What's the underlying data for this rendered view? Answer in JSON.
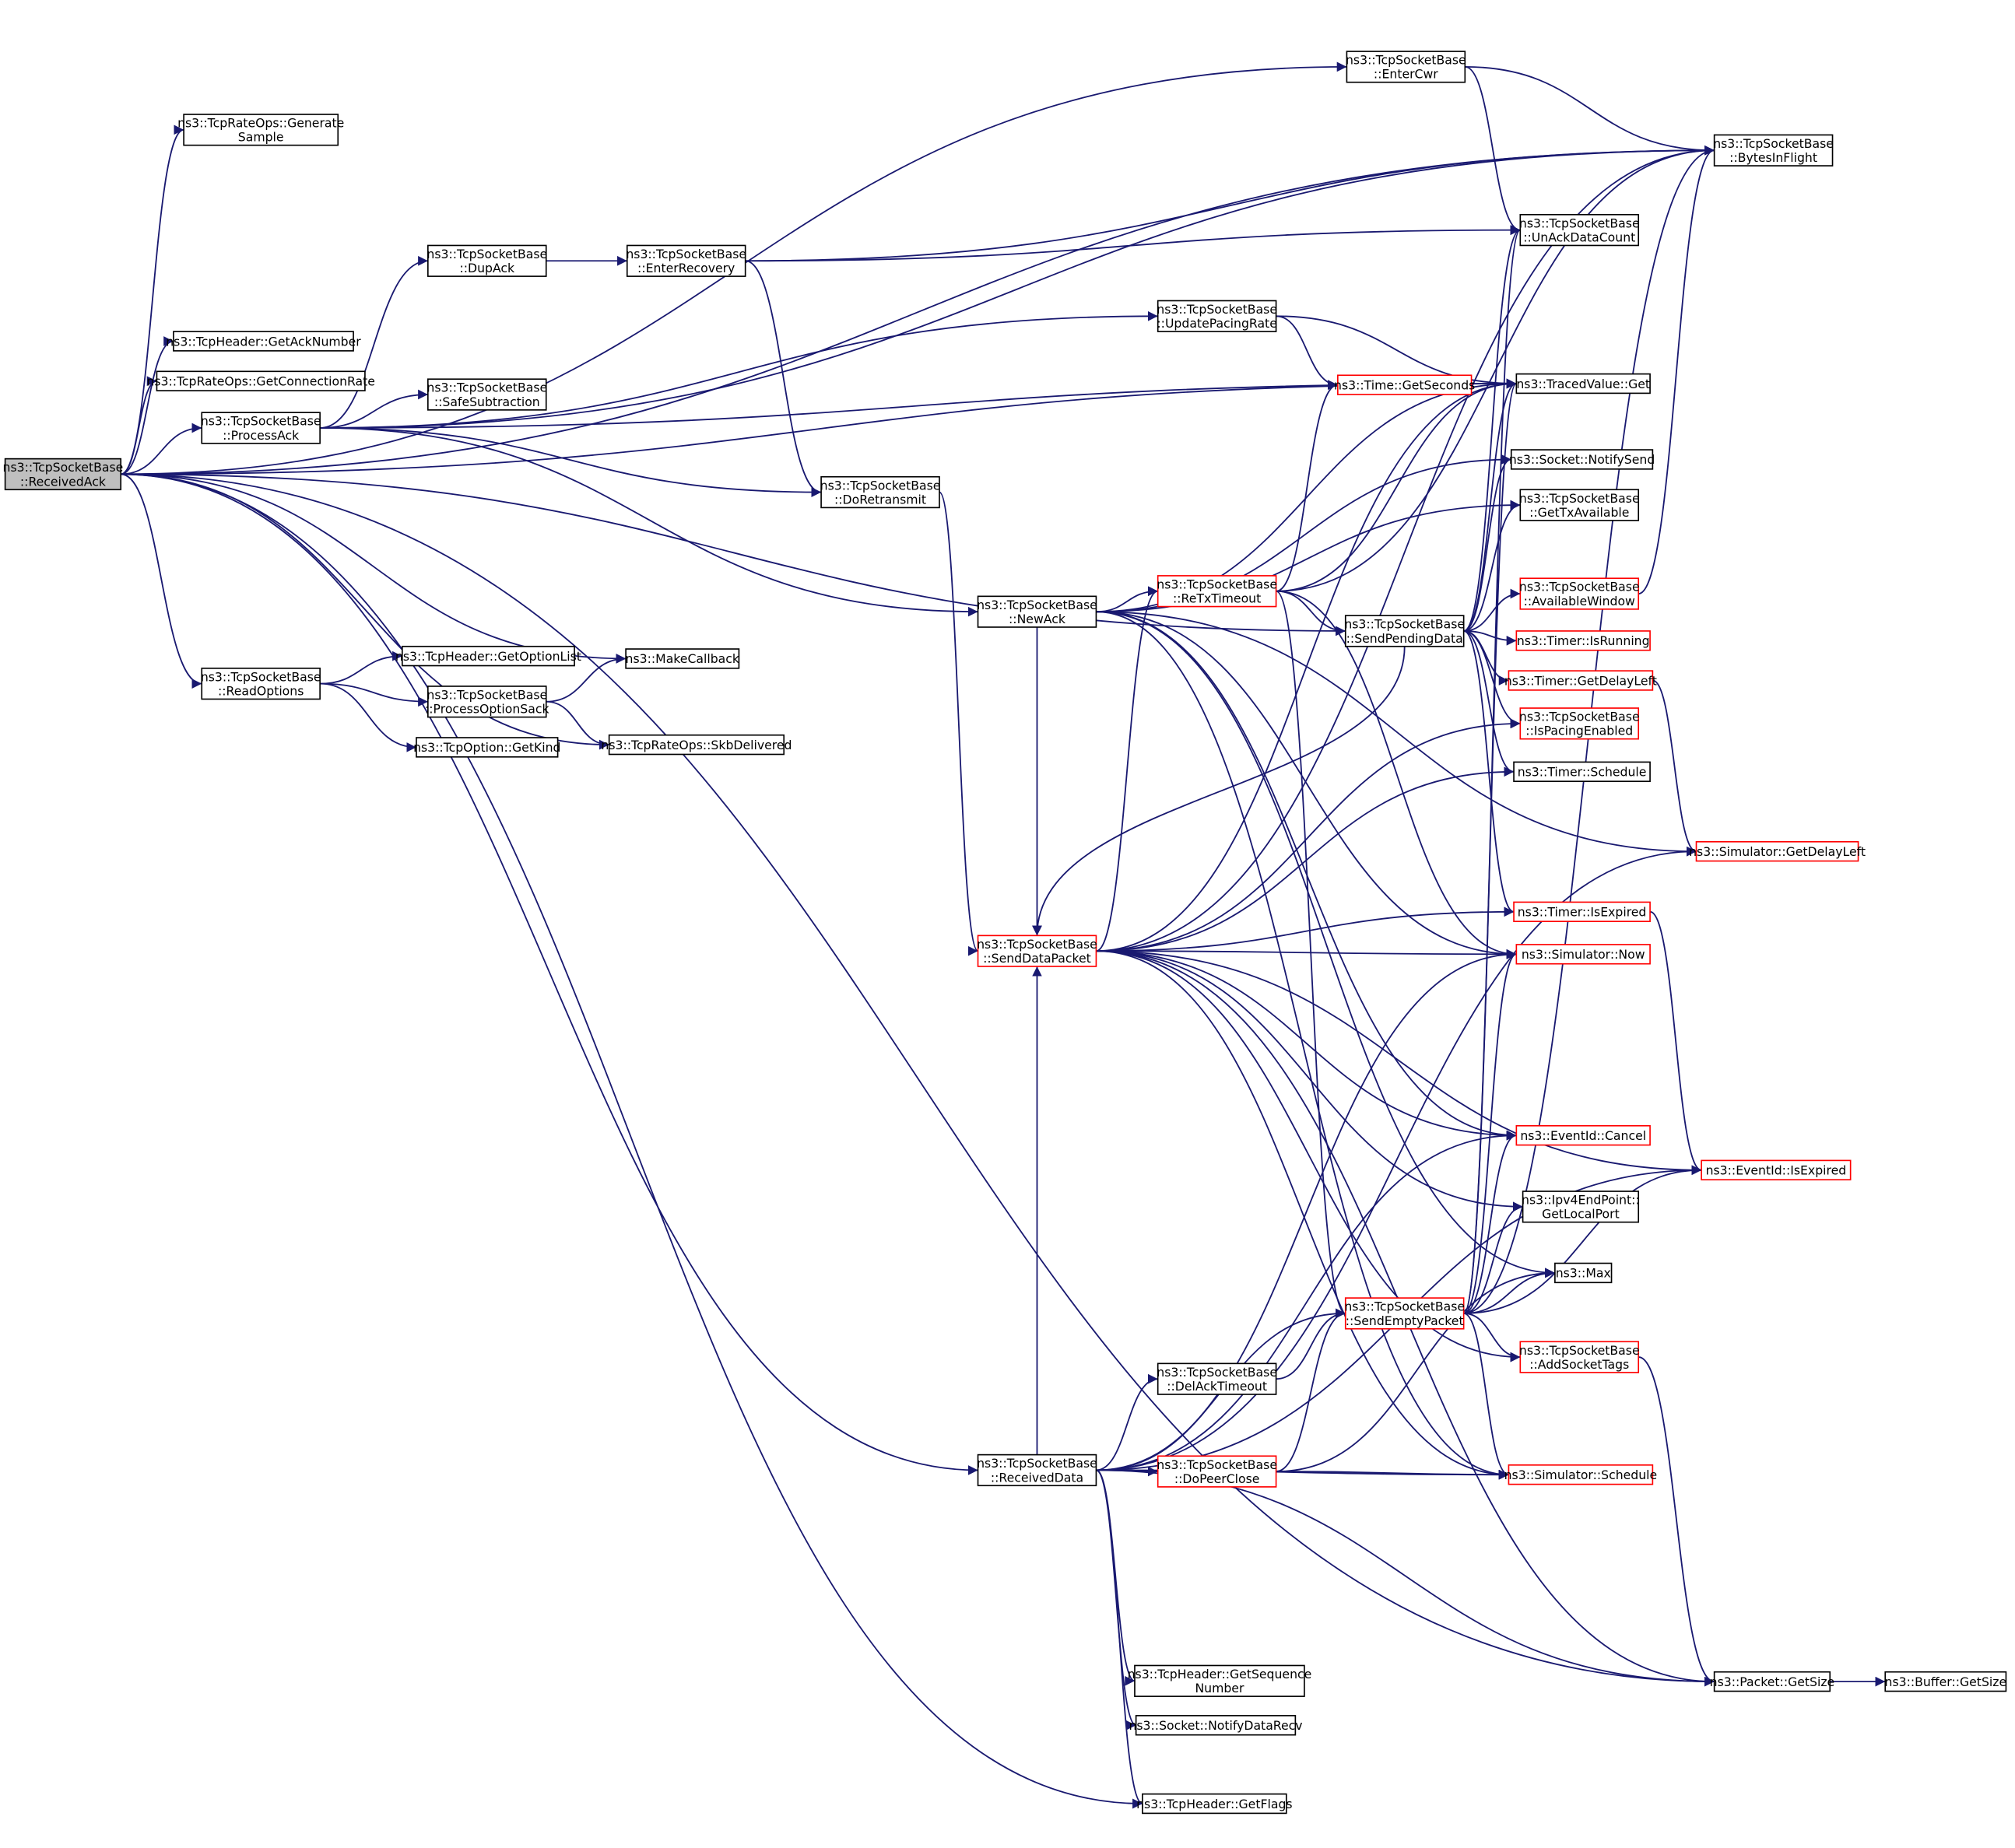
{
  "graph": {
    "title": "ns3::TcpSocketBase::ReceivedAck call graph",
    "colors": {
      "edge": "#191970",
      "root_fill": "#bfbfbf",
      "node_border": "#000000",
      "truncated_border": "#ff0000"
    },
    "nodes": [
      {
        "id": "receivedack",
        "lines": [
          "ns3::TcpSocketBase",
          "::ReceivedAck"
        ],
        "root": true
      },
      {
        "id": "generatesample",
        "lines": [
          "ns3::TcpRateOps::Generate",
          "Sample"
        ]
      },
      {
        "id": "getacknumber",
        "lines": [
          "ns3::TcpHeader::GetAckNumber"
        ]
      },
      {
        "id": "getconnectionrate",
        "lines": [
          "ns3::TcpRateOps::GetConnectionRate"
        ]
      },
      {
        "id": "processack",
        "lines": [
          "ns3::TcpSocketBase",
          "::ProcessAck"
        ]
      },
      {
        "id": "readoptions",
        "lines": [
          "ns3::TcpSocketBase",
          "::ReadOptions"
        ]
      },
      {
        "id": "getoptionlist",
        "lines": [
          "ns3::TcpHeader::GetOptionList"
        ]
      },
      {
        "id": "processoptionsack",
        "lines": [
          "ns3::TcpSocketBase",
          "::ProcessOptionSack"
        ]
      },
      {
        "id": "getkind",
        "lines": [
          "ns3::TcpOption::GetKind"
        ]
      },
      {
        "id": "makecallback",
        "lines": [
          "ns3::MakeCallback"
        ]
      },
      {
        "id": "skbdelivered",
        "lines": [
          "ns3::TcpRateOps::SkbDelivered"
        ]
      },
      {
        "id": "dupack",
        "lines": [
          "ns3::TcpSocketBase",
          "::DupAck"
        ]
      },
      {
        "id": "saferubtraction",
        "lines": [
          "ns3::TcpSocketBase",
          "::SafeSubtraction"
        ]
      },
      {
        "id": "enterrecovery",
        "lines": [
          "ns3::TcpSocketBase",
          "::EnterRecovery"
        ]
      },
      {
        "id": "doretransmit",
        "lines": [
          "ns3::TcpSocketBase",
          "::DoRetransmit"
        ]
      },
      {
        "id": "entercwr",
        "lines": [
          "ns3::TcpSocketBase",
          "::EnterCwr"
        ]
      },
      {
        "id": "updatepacingrate",
        "lines": [
          "ns3::TcpSocketBase",
          "::UpdatePacingRate"
        ]
      },
      {
        "id": "getseconds",
        "lines": [
          "ns3::Time::GetSeconds"
        ],
        "truncated": true
      },
      {
        "id": "newack",
        "lines": [
          "ns3::TcpSocketBase",
          "::NewAck"
        ]
      },
      {
        "id": "retxtimeout",
        "lines": [
          "ns3::TcpSocketBase",
          "::ReTxTimeout"
        ],
        "truncated": true
      },
      {
        "id": "sendpendingdata",
        "lines": [
          "ns3::TcpSocketBase",
          "::SendPendingData"
        ]
      },
      {
        "id": "senddatapacket",
        "lines": [
          "ns3::TcpSocketBase",
          "::SendDataPacket"
        ],
        "truncated": true
      },
      {
        "id": "receiveddata",
        "lines": [
          "ns3::TcpSocketBase",
          "::ReceivedData"
        ]
      },
      {
        "id": "delacktimeout",
        "lines": [
          "ns3::TcpSocketBase",
          "::DelAckTimeout"
        ]
      },
      {
        "id": "dopeerclose",
        "lines": [
          "ns3::TcpSocketBase",
          "::DoPeerClose"
        ],
        "truncated": true
      },
      {
        "id": "sendemptypacket",
        "lines": [
          "ns3::TcpSocketBase",
          "::SendEmptyPacket"
        ],
        "truncated": true
      },
      {
        "id": "getsequencenumber",
        "lines": [
          "ns3::TcpHeader::GetSequence",
          "Number"
        ]
      },
      {
        "id": "notifydatarecv",
        "lines": [
          "ns3::Socket::NotifyDataRecv"
        ]
      },
      {
        "id": "getflags",
        "lines": [
          "ns3::TcpHeader::GetFlags"
        ]
      },
      {
        "id": "bytesinflight",
        "lines": [
          "ns3::TcpSocketBase",
          "::BytesInFlight"
        ]
      },
      {
        "id": "unackdatacount",
        "lines": [
          "ns3::TcpSocketBase",
          "::UnAckDataCount"
        ]
      },
      {
        "id": "tracedvalueget",
        "lines": [
          "ns3::TracedValue::Get"
        ]
      },
      {
        "id": "notifysend",
        "lines": [
          "ns3::Socket::NotifySend"
        ]
      },
      {
        "id": "gettxavailable",
        "lines": [
          "ns3::TcpSocketBase",
          "::GetTxAvailable"
        ]
      },
      {
        "id": "availablewindow",
        "lines": [
          "ns3::TcpSocketBase",
          "::AvailableWindow"
        ],
        "truncated": true
      },
      {
        "id": "timerisrunning",
        "lines": [
          "ns3::Timer::IsRunning"
        ],
        "truncated": true
      },
      {
        "id": "timergetdelayleft",
        "lines": [
          "ns3::Timer::GetDelayLeft"
        ],
        "truncated": true
      },
      {
        "id": "ispacingenabled",
        "lines": [
          "ns3::TcpSocketBase",
          "::IsPacingEnabled"
        ],
        "truncated": true
      },
      {
        "id": "timerschedule",
        "lines": [
          "ns3::Timer::Schedule"
        ]
      },
      {
        "id": "simgetdelayleft",
        "lines": [
          "ns3::Simulator::GetDelayLeft"
        ],
        "truncated": true
      },
      {
        "id": "timerisexpired",
        "lines": [
          "ns3::Timer::IsExpired"
        ],
        "truncated": true
      },
      {
        "id": "simnow",
        "lines": [
          "ns3::Simulator::Now"
        ],
        "truncated": true
      },
      {
        "id": "eventcancel",
        "lines": [
          "ns3::EventId::Cancel"
        ],
        "truncated": true
      },
      {
        "id": "eventisexpired",
        "lines": [
          "ns3::EventId::IsExpired"
        ],
        "truncated": true
      },
      {
        "id": "getlocalport",
        "lines": [
          "ns3::Ipv4EndPoint::",
          "GetLocalPort"
        ]
      },
      {
        "id": "max",
        "lines": [
          "ns3::Max"
        ]
      },
      {
        "id": "addsockettags",
        "lines": [
          "ns3::TcpSocketBase",
          "::AddSocketTags"
        ],
        "truncated": true
      },
      {
        "id": "simschedule",
        "lines": [
          "ns3::Simulator::Schedule"
        ],
        "truncated": true
      },
      {
        "id": "packetgetsize",
        "lines": [
          "ns3::Packet::GetSize"
        ]
      },
      {
        "id": "buffergetsize",
        "lines": [
          "ns3::Buffer::GetSize"
        ]
      }
    ],
    "edges": [
      [
        "receivedack",
        "bytesinflight"
      ],
      [
        "receivedack",
        "entercwr"
      ],
      [
        "receivedack",
        "generatesample"
      ],
      [
        "receivedack",
        "tracedvalueget"
      ],
      [
        "receivedack",
        "getacknumber"
      ],
      [
        "receivedack",
        "getconnectionrate"
      ],
      [
        "receivedack",
        "processack"
      ],
      [
        "receivedack",
        "sendpendingdata"
      ],
      [
        "receivedack",
        "receiveddata"
      ],
      [
        "receivedack",
        "makecallback"
      ],
      [
        "receivedack",
        "readoptions"
      ],
      [
        "receivedack",
        "skbdelivered"
      ],
      [
        "receivedack",
        "getflags"
      ],
      [
        "receivedack",
        "packetgetsize"
      ],
      [
        "readoptions",
        "getoptionlist"
      ],
      [
        "readoptions",
        "processoptionsack"
      ],
      [
        "readoptions",
        "getkind"
      ],
      [
        "processoptionsack",
        "makecallback"
      ],
      [
        "processoptionsack",
        "skbdelivered"
      ],
      [
        "processack",
        "bytesinflight"
      ],
      [
        "processack",
        "dupack"
      ],
      [
        "processack",
        "tracedvalueget"
      ],
      [
        "processack",
        "saferubtraction"
      ],
      [
        "processack",
        "updatepacingrate"
      ],
      [
        "processack",
        "newack"
      ],
      [
        "processack",
        "doretransmit"
      ],
      [
        "dupack",
        "enterrecovery"
      ],
      [
        "enterrecovery",
        "bytesinflight"
      ],
      [
        "enterrecovery",
        "unackdatacount"
      ],
      [
        "enterrecovery",
        "doretransmit"
      ],
      [
        "entercwr",
        "bytesinflight"
      ],
      [
        "entercwr",
        "unackdatacount"
      ],
      [
        "updatepacingrate",
        "tracedvalueget"
      ],
      [
        "updatepacingrate",
        "getseconds"
      ],
      [
        "doretransmit",
        "senddatapacket"
      ],
      [
        "newack",
        "retxtimeout"
      ],
      [
        "newack",
        "tracedvalueget"
      ],
      [
        "newack",
        "notifysend"
      ],
      [
        "newack",
        "gettxavailable"
      ],
      [
        "newack",
        "senddatapacket"
      ],
      [
        "newack",
        "simgetdelayleft"
      ],
      [
        "newack",
        "simnow"
      ],
      [
        "newack",
        "eventcancel"
      ],
      [
        "newack",
        "max"
      ],
      [
        "newack",
        "simschedule"
      ],
      [
        "retxtimeout",
        "sendpendingdata"
      ],
      [
        "retxtimeout",
        "bytesinflight"
      ],
      [
        "retxtimeout",
        "getseconds"
      ],
      [
        "retxtimeout",
        "tracedvalueget"
      ],
      [
        "retxtimeout",
        "simnow"
      ],
      [
        "retxtimeout",
        "sendemptypacket"
      ],
      [
        "sendpendingdata",
        "unackdatacount"
      ],
      [
        "sendpendingdata",
        "tracedvalueget"
      ],
      [
        "sendpendingdata",
        "notifysend"
      ],
      [
        "sendpendingdata",
        "gettxavailable"
      ],
      [
        "sendpendingdata",
        "availablewindow"
      ],
      [
        "sendpendingdata",
        "timerisrunning"
      ],
      [
        "sendpendingdata",
        "timergetdelayleft"
      ],
      [
        "sendpendingdata",
        "ispacingenabled"
      ],
      [
        "sendpendingdata",
        "timerschedule"
      ],
      [
        "sendpendingdata",
        "timerisexpired"
      ],
      [
        "sendpendingdata",
        "senddatapacket"
      ],
      [
        "senddatapacket",
        "retxtimeout"
      ],
      [
        "senddatapacket",
        "tracedvalueget"
      ],
      [
        "senddatapacket",
        "bytesinflight"
      ],
      [
        "senddatapacket",
        "ispacingenabled"
      ],
      [
        "senddatapacket",
        "timerschedule"
      ],
      [
        "senddatapacket",
        "timerisexpired"
      ],
      [
        "senddatapacket",
        "simnow"
      ],
      [
        "senddatapacket",
        "eventisexpired"
      ],
      [
        "senddatapacket",
        "eventcancel"
      ],
      [
        "senddatapacket",
        "getlocalport"
      ],
      [
        "senddatapacket",
        "addsockettags"
      ],
      [
        "senddatapacket",
        "simschedule"
      ],
      [
        "senddatapacket",
        "packetgetsize"
      ],
      [
        "availablewindow",
        "bytesinflight"
      ],
      [
        "timergetdelayleft",
        "simgetdelayleft"
      ],
      [
        "timerisexpired",
        "eventisexpired"
      ],
      [
        "receiveddata",
        "delacktimeout"
      ],
      [
        "receiveddata",
        "dopeerclose"
      ],
      [
        "receiveddata",
        "sendemptypacket"
      ],
      [
        "receiveddata",
        "simnow"
      ],
      [
        "receiveddata",
        "simgetdelayleft"
      ],
      [
        "receiveddata",
        "eventcancel"
      ],
      [
        "receiveddata",
        "eventisexpired"
      ],
      [
        "receiveddata",
        "simschedule"
      ],
      [
        "receiveddata",
        "getsequencenumber"
      ],
      [
        "receiveddata",
        "notifydatarecv"
      ],
      [
        "receiveddata",
        "getflags"
      ],
      [
        "receiveddata",
        "packetgetsize"
      ],
      [
        "receiveddata",
        "senddatapacket"
      ],
      [
        "delacktimeout",
        "sendemptypacket"
      ],
      [
        "dopeerclose",
        "sendemptypacket"
      ],
      [
        "dopeerclose",
        "simschedule"
      ],
      [
        "dopeerclose",
        "max"
      ],
      [
        "sendemptypacket",
        "bytesinflight"
      ],
      [
        "sendemptypacket",
        "tracedvalueget"
      ],
      [
        "sendemptypacket",
        "unackdatacount"
      ],
      [
        "sendemptypacket",
        "simnow"
      ],
      [
        "sendemptypacket",
        "eventcancel"
      ],
      [
        "sendemptypacket",
        "getlocalport"
      ],
      [
        "sendemptypacket",
        "max"
      ],
      [
        "sendemptypacket",
        "eventisexpired"
      ],
      [
        "sendemptypacket",
        "addsockettags"
      ],
      [
        "sendemptypacket",
        "simschedule"
      ],
      [
        "addsockettags",
        "packetgetsize"
      ],
      [
        "packetgetsize",
        "buffergetsize"
      ]
    ]
  }
}
